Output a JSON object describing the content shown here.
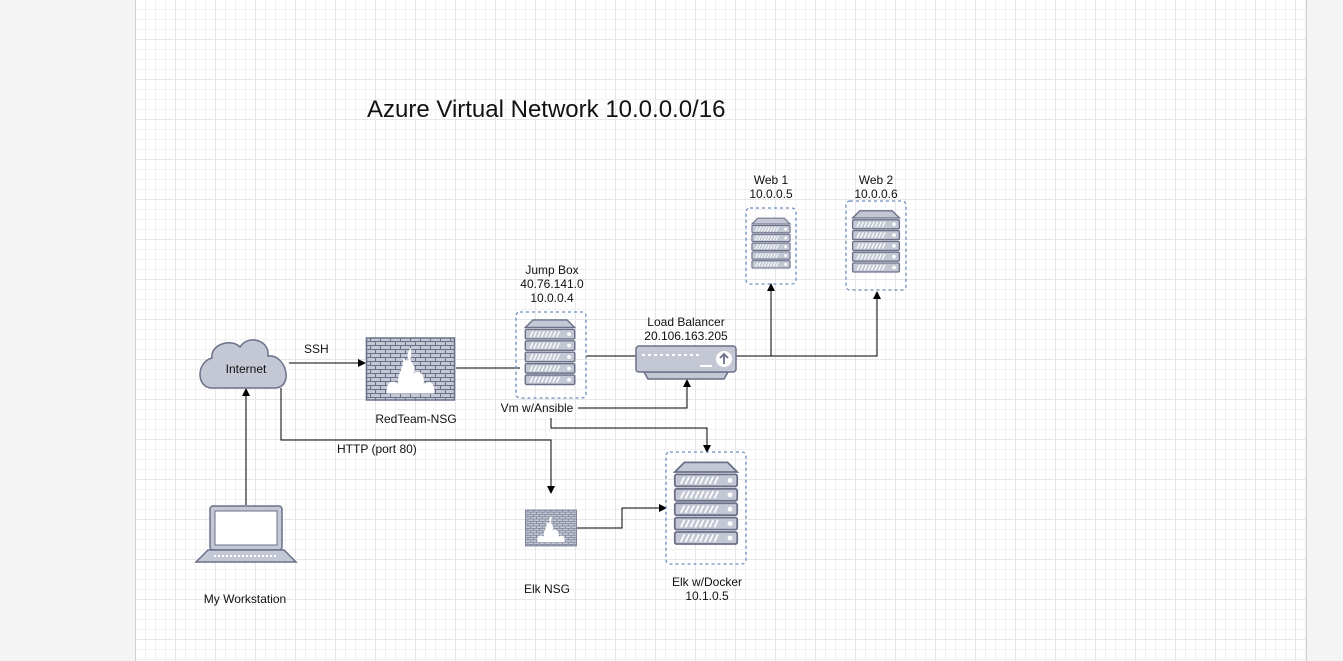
{
  "title": "Azure Virtual Network 10.0.0.0/16",
  "nodes": {
    "internet": {
      "label": "Internet"
    },
    "redteam_nsg": {
      "label": "RedTeam-NSG"
    },
    "jump_box": {
      "name": "Jump Box",
      "public_ip": "40.76.141.0",
      "private_ip": "10.0.0.4",
      "caption": "Vm w/Ansible"
    },
    "load_balancer": {
      "name": "Load Balancer",
      "ip": "20.106.163.205"
    },
    "web1": {
      "name": "Web 1",
      "ip": "10.0.0.5"
    },
    "web2": {
      "name": "Web 2",
      "ip": "10.0.0.6"
    },
    "elk_nsg": {
      "label": "Elk NSG"
    },
    "elk": {
      "name": "Elk w/Docker",
      "ip": "10.1.0.5"
    },
    "workstation": {
      "label": "My Workstation"
    }
  },
  "edges": {
    "ssh": "SSH",
    "http": "HTTP (port 80)"
  },
  "icons": [
    "cloud-icon",
    "firewall-icon",
    "server-icon",
    "load-balancer-icon",
    "laptop-icon"
  ],
  "colors": {
    "icon_fill": "#c4c8d4",
    "icon_stroke": "#6b7089",
    "dash": "#6c8ebf"
  }
}
